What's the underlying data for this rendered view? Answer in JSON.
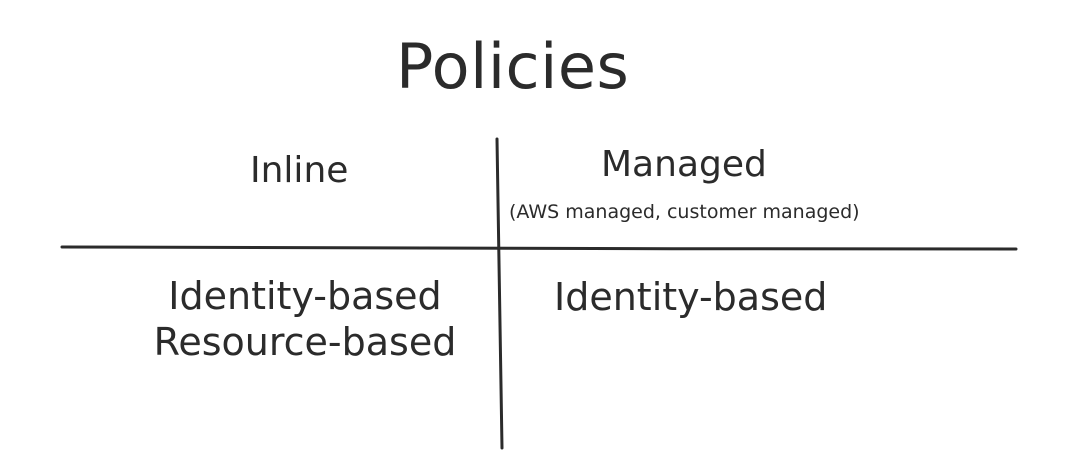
{
  "diagram": {
    "title": "Policies",
    "columns": {
      "inline": {
        "heading": "Inline",
        "items": [
          "Identity-based",
          "Resource-based"
        ]
      },
      "managed": {
        "heading": "Managed",
        "note": "(AWS managed, customer managed)",
        "items": [
          "Identity-based"
        ]
      }
    },
    "colors": {
      "ink": "#2b2b2b",
      "background": "#ffffff"
    }
  }
}
